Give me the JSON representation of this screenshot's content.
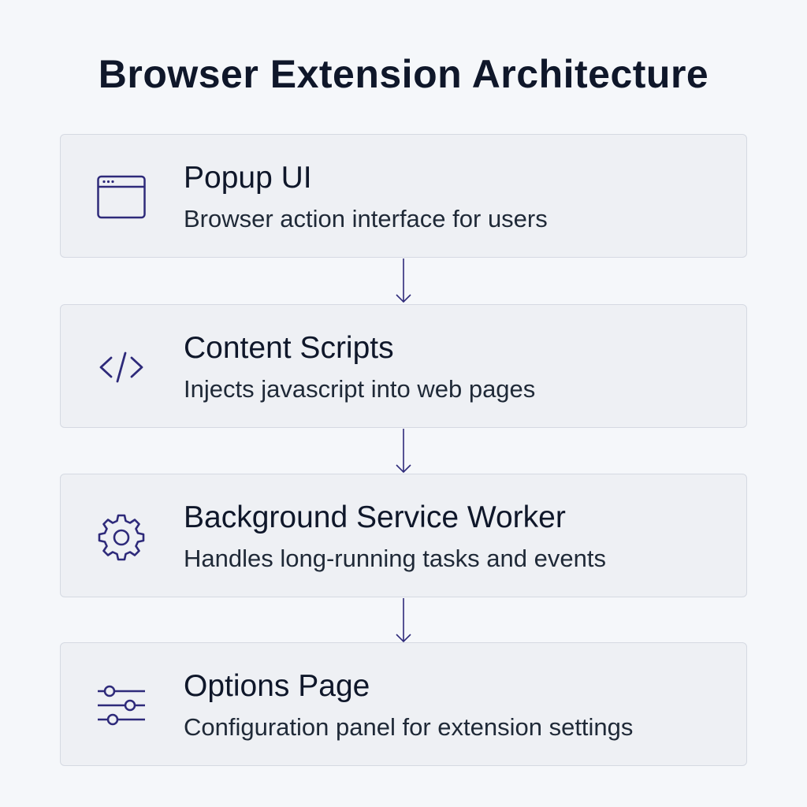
{
  "title": "Browser Extension Architecture",
  "colors": {
    "background": "#f5f7fa",
    "card_background": "#eef0f4",
    "card_border": "#d5d9e2",
    "icon_stroke": "#2e2a7a",
    "connector": "#2e2a7a",
    "text_primary": "#0f172a"
  },
  "cards": [
    {
      "icon": "browser-window-icon",
      "title": "Popup UI",
      "description": "Browser action interface for users"
    },
    {
      "icon": "code-brackets-icon",
      "title": "Content Scripts",
      "description": "Injects javascript into web pages"
    },
    {
      "icon": "gear-icon",
      "title": "Background Service Worker",
      "description": "Handles long-running tasks and events"
    },
    {
      "icon": "sliders-icon",
      "title": "Options Page",
      "description": "Configuration panel for extension settings"
    }
  ]
}
